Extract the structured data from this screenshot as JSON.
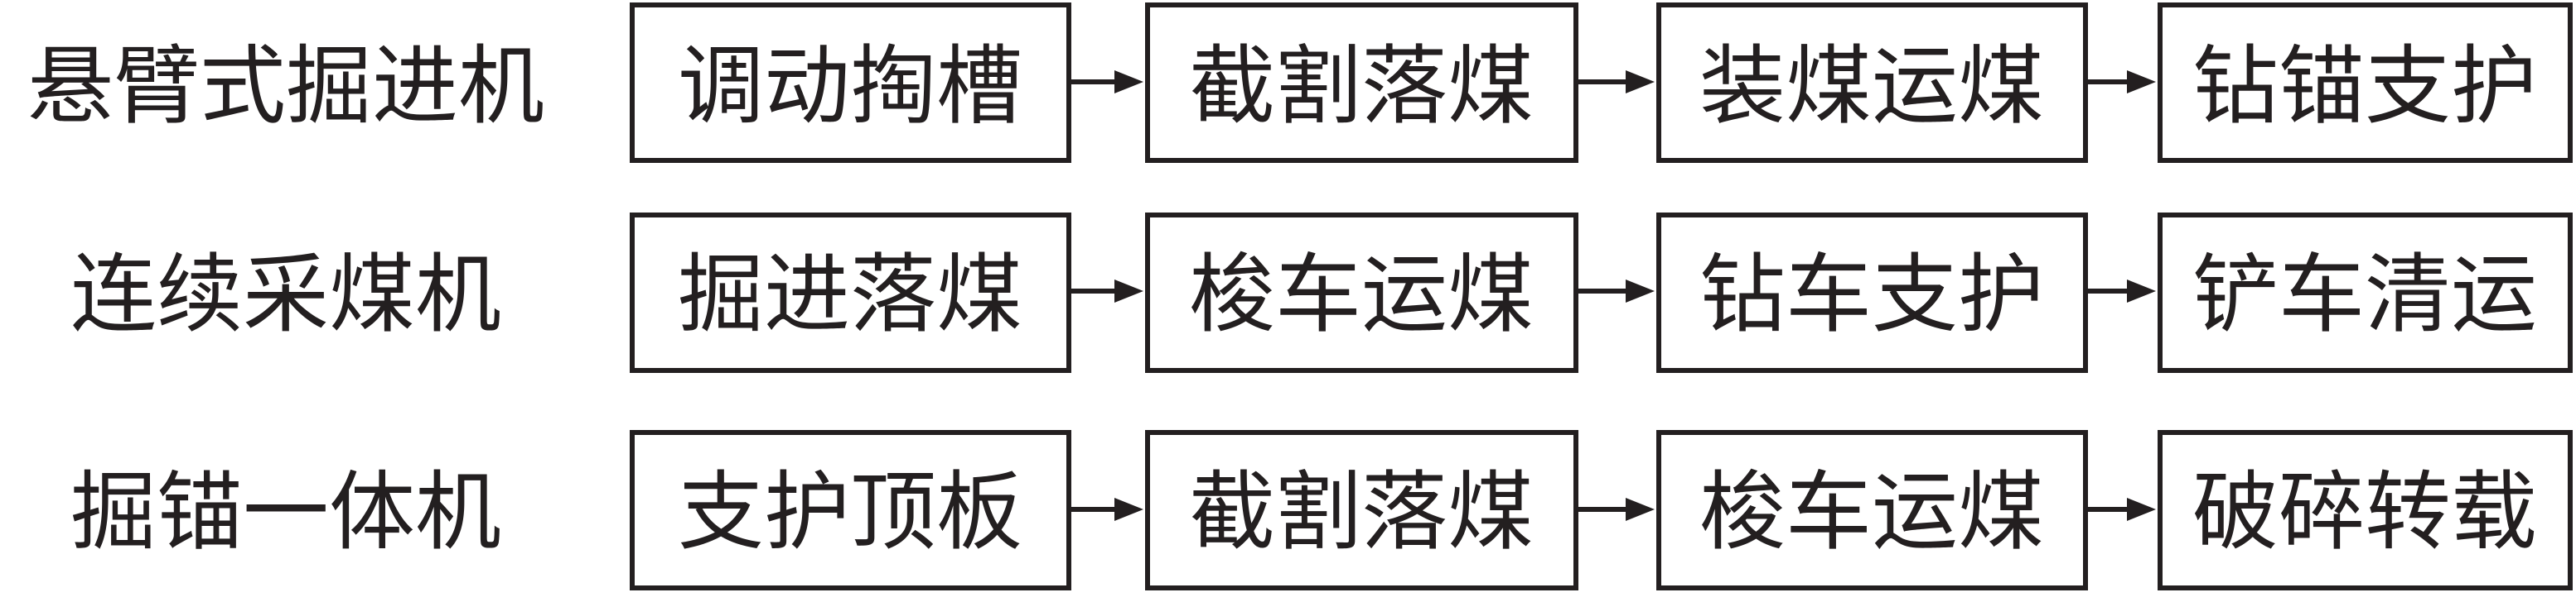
{
  "colors": {
    "ink": "#231f20",
    "background": "#ffffff"
  },
  "rows": [
    {
      "label": "悬臂式掘进机",
      "steps": [
        "调动掏槽",
        "截割落煤",
        "装煤运煤",
        "钻锚支护"
      ]
    },
    {
      "label": "连续采煤机",
      "steps": [
        "掘进落煤",
        "梭车运煤",
        "钻车支护",
        "铲车清运"
      ]
    },
    {
      "label": "掘锚一体机",
      "steps": [
        "支护顶板",
        "截割落煤",
        "梭车运煤",
        "破碎转载"
      ]
    }
  ]
}
